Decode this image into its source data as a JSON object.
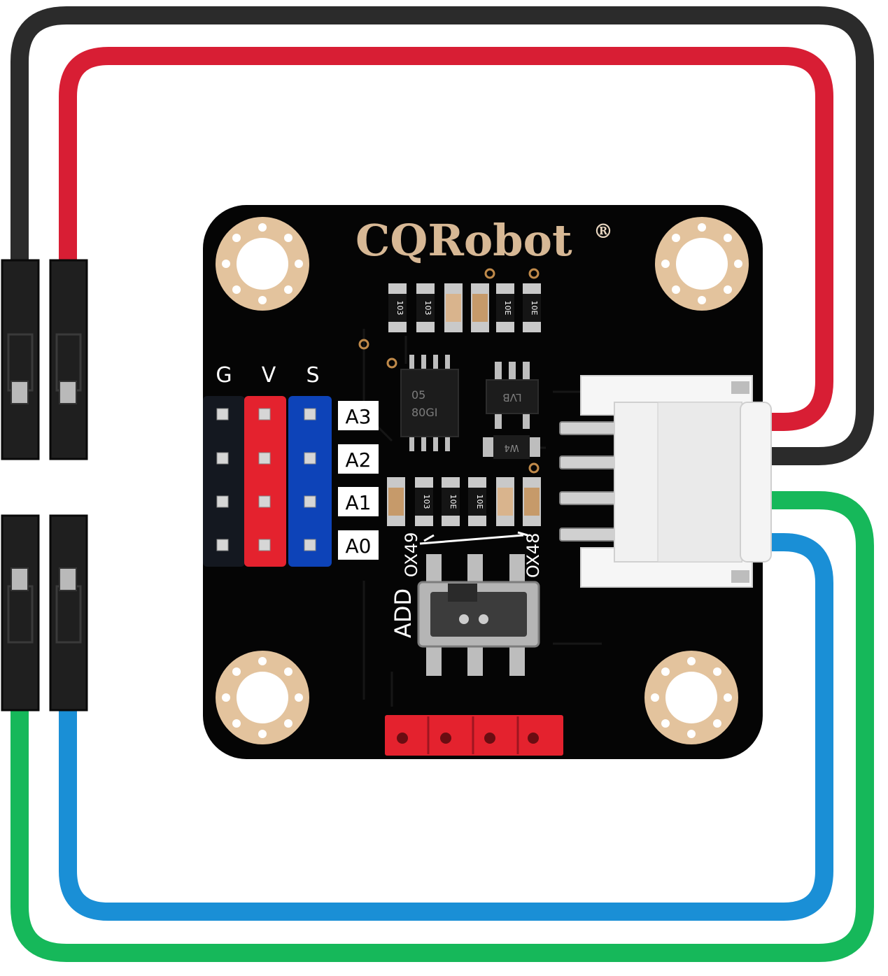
{
  "board": {
    "brand": "CQRobot",
    "registered_mark": "®",
    "column_labels": [
      "G",
      "V",
      "S"
    ],
    "row_labels": [
      "A3",
      "A2",
      "A1",
      "A0"
    ],
    "switch_label": "ADD",
    "address_left": "OX49",
    "address_right": "OX48",
    "top_resistor_codes": [
      "103",
      "103",
      "10E",
      "10E"
    ],
    "bottom_resistor_codes": [
      "103",
      "10E",
      "10E"
    ],
    "chip_marking_line1": "05",
    "chip_marking_line2": "80GI",
    "regulator_marking": "LVB",
    "diode_marking": "W4"
  },
  "colors": {
    "pcb": "#050505",
    "pad_gold": "#e3c39d",
    "wire_black": "#2b2b2b",
    "wire_red": "#d81e34",
    "wire_green": "#16b85a",
    "wire_blue": "#1a8fd6",
    "header_red": "#e4222e",
    "header_blue": "#0d43b8",
    "header_black": "#141820",
    "brand_text": "#d7b895"
  }
}
